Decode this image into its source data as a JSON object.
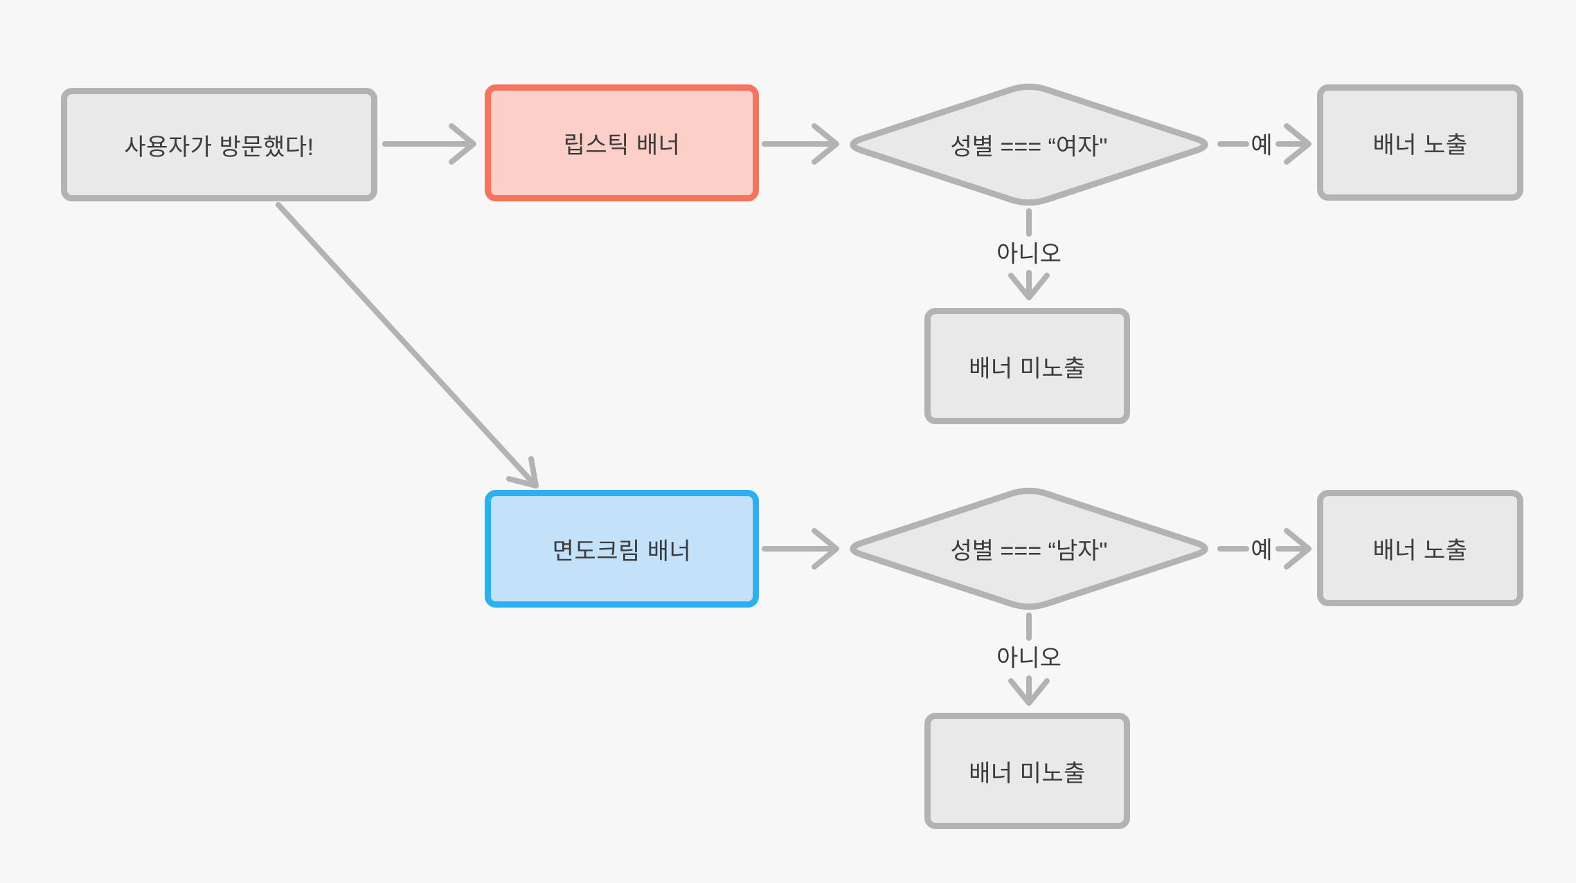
{
  "palette": {
    "canvas_bg": "#f7f7f8",
    "gray_fill": "#e9e9e9",
    "gray_border": "#b3b3b3",
    "red_fill": "#fcd0c9",
    "red_border": "#f8735e",
    "blue_fill": "#c3e2f9",
    "blue_border": "#2bb0f0",
    "connector": "#b3b3b3",
    "text": "#3b3b3b"
  },
  "nodes": {
    "start": {
      "label": "사용자가 방문했다!"
    },
    "lipstick_banner": {
      "label": "립스틱 배너"
    },
    "shaving_banner": {
      "label": "면도크림 배너"
    },
    "female_check": {
      "label": "성별 === “여자\""
    },
    "male_check": {
      "label": "성별 === “남자\""
    },
    "banner_shown_1": {
      "label": "배너 노출"
    },
    "banner_hidden_1": {
      "label": "배너 미노출"
    },
    "banner_shown_2": {
      "label": "배너 노출"
    },
    "banner_hidden_2": {
      "label": "배너 미노출"
    }
  },
  "edge_labels": {
    "yes_1": "예",
    "no_1": "아니오",
    "yes_2": "예",
    "no_2": "아니오"
  }
}
